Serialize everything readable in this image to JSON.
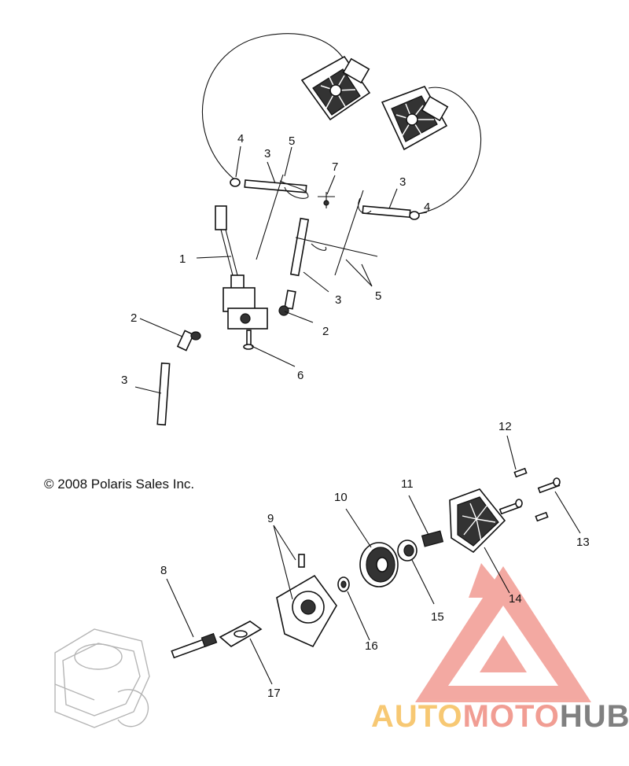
{
  "copyright": "© 2008 Polaris Sales Inc.",
  "watermark": {
    "part1": "AUTO",
    "part2": "MOTO",
    "part3": "HUB",
    "colors": {
      "auto": "#f7c873",
      "moto": "#f19d93",
      "hub": "#808080",
      "logo": "#f29b92"
    }
  },
  "callouts": [
    "1",
    "2",
    "2",
    "3",
    "3",
    "3",
    "3",
    "4",
    "4",
    "5",
    "5",
    "6",
    "7",
    "8",
    "9",
    "10",
    "11",
    "12",
    "13",
    "14",
    "15",
    "16",
    "17"
  ]
}
